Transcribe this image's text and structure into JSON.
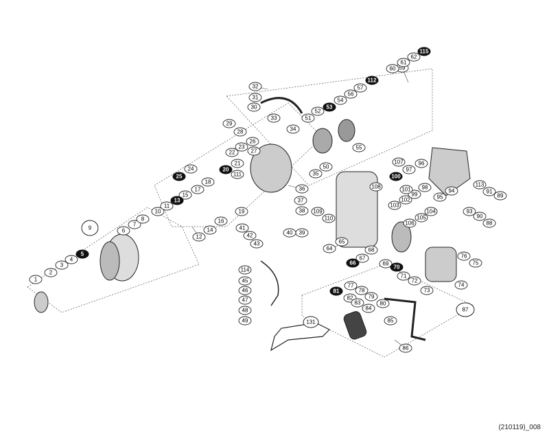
{
  "diagram_code": "(210119)_008",
  "callouts_outline": [
    "1",
    "2",
    "3",
    "4",
    "6",
    "7",
    "8",
    "10",
    "11",
    "12",
    "14",
    "15",
    "16",
    "17",
    "18",
    "19",
    "21",
    "22",
    "23",
    "24",
    "26",
    "27",
    "28",
    "29",
    "30",
    "31",
    "32",
    "33",
    "34",
    "35",
    "36",
    "37",
    "38",
    "39",
    "40",
    "41",
    "42",
    "43",
    "45",
    "46",
    "47",
    "48",
    "49",
    "50",
    "51",
    "52",
    "54",
    "55",
    "56",
    "57",
    "59",
    "60",
    "61",
    "62",
    "64",
    "65",
    "67",
    "68",
    "69",
    "71",
    "72",
    "73",
    "74",
    "75",
    "76",
    "77",
    "78",
    "79",
    "80",
    "82",
    "83",
    "84",
    "85",
    "86",
    "88",
    "89",
    "90",
    "91",
    "93",
    "94",
    "95",
    "96",
    "97",
    "98",
    "99",
    "101",
    "102",
    "103",
    "104",
    "105",
    "106",
    "107",
    "108",
    "109",
    "110",
    "111",
    "113",
    "114"
  ],
  "callouts_filled": [
    "5",
    "13",
    "20",
    "25",
    "53",
    "66",
    "70",
    "81",
    "100",
    "112",
    "115"
  ],
  "group_labels": [
    "9",
    "87",
    "131"
  ]
}
